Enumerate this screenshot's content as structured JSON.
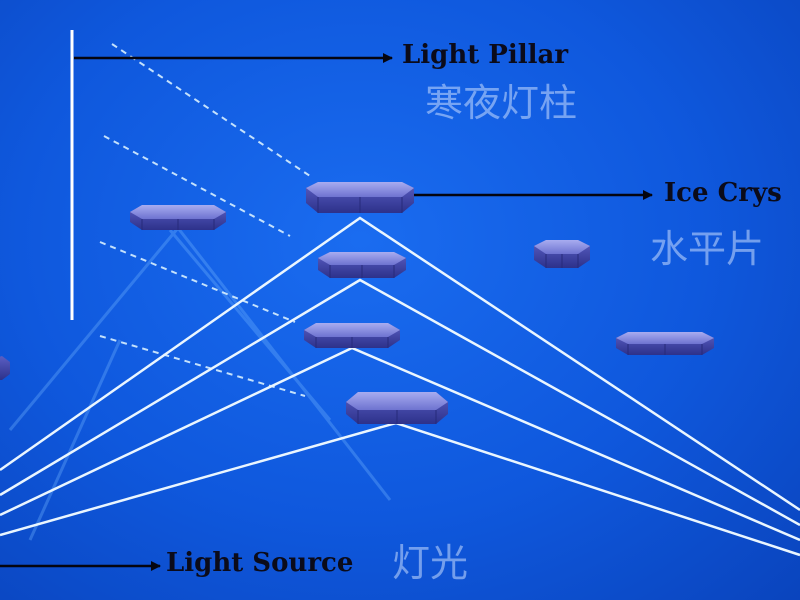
{
  "labels": {
    "light_pillar": "Light Pillar",
    "light_pillar_zh": "寒夜灯柱",
    "ice_crystal": "Ice Crys",
    "ice_crystal_zh": "水平片",
    "light_source": "Light Source",
    "light_source_zh": "灯光"
  },
  "colors": {
    "background": "#1160e6",
    "ray": "#eaf6ff",
    "pillar_glow": "#9fe9ff",
    "crystal_top": "#8a8fe0",
    "crystal_side": "#3f44a8",
    "arrow": "#05050f",
    "label_text": "#0b0b1a",
    "label_zh_text": "#c8dcff"
  }
}
